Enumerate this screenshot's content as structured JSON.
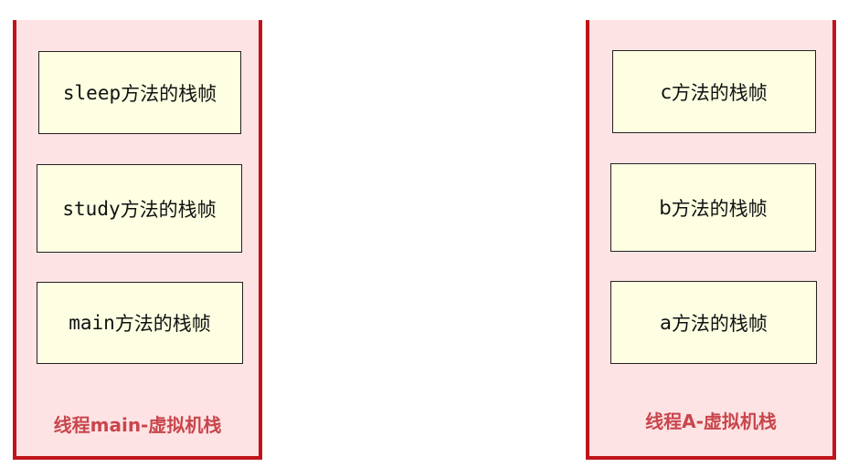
{
  "stacks": [
    {
      "label": "线程main-虚拟机栈",
      "frames": [
        {
          "method": "sleep",
          "suffix": "方法的栈帧"
        },
        {
          "method": "study",
          "suffix": "方法的栈帧"
        },
        {
          "method": "main",
          "suffix": "方法的栈帧"
        }
      ]
    },
    {
      "label": "线程A-虚拟机栈",
      "frames": [
        {
          "method": "c",
          "suffix": "方法的栈帧"
        },
        {
          "method": "b",
          "suffix": "方法的栈帧"
        },
        {
          "method": "a",
          "suffix": "方法的栈帧"
        }
      ]
    }
  ],
  "colors": {
    "stack_border": "#c0141a",
    "stack_fill": "#fde3e4",
    "frame_fill": "#fefee2",
    "label_text": "#c8464c"
  }
}
